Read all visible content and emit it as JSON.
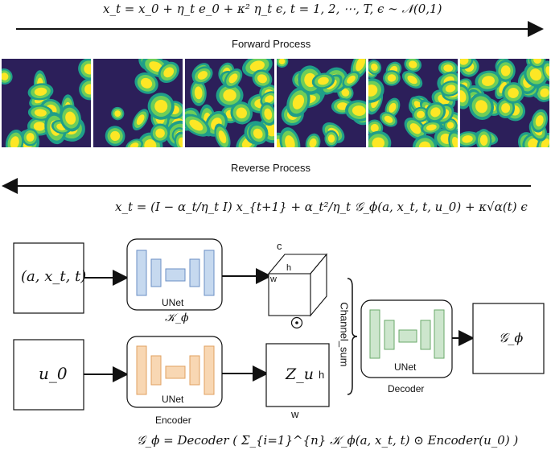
{
  "equations": {
    "forward": "x_t = x_0 + η_t e_0 + κ² η_t ϵ,    t = 1, 2, ⋯, T,    ϵ ∼ 𝒩(0,1)",
    "reverse": "x_t = (I − α_t/η_t I) x_{t+1} + α_t²/η_t 𝒢_ϕ(a, x_t, t, u_0) + κ√α(t) ϵ",
    "final": "𝒢_ϕ = Decoder ( Σ_{i=1}^{n} 𝒦_ϕ(a, x_t, t) ⊙ Encoder(u_0) )"
  },
  "process_labels": {
    "forward": "Forward Process",
    "reverse": "Reverse Process"
  },
  "panels": [
    {
      "seed": 1,
      "density": "low"
    },
    {
      "seed": 2,
      "density": "low"
    },
    {
      "seed": 3,
      "density": "mid"
    },
    {
      "seed": 4,
      "density": "mid"
    },
    {
      "seed": 5,
      "density": "high"
    },
    {
      "seed": 6,
      "density": "high"
    }
  ],
  "colors": {
    "background": "#2c1f5a",
    "teal": "#1f9e89",
    "green": "#6ece58",
    "yellow": "#fde725",
    "blue_unet_fill": "#c6d9ef",
    "blue_unet_stroke": "#6b8fc4",
    "orange_unet_fill": "#f8d7b3",
    "orange_unet_stroke": "#e0a060",
    "green_unet_fill": "#cde6cd",
    "green_unet_stroke": "#6aaa6a"
  },
  "inputs": {
    "top": "(a, x_t, t)",
    "bottom": "u_0"
  },
  "unet_label": "UNet",
  "kernel_label": "𝒦_ϕ",
  "encoder_label": "Encoder",
  "decoder_label": "Decoder",
  "cube_labels": {
    "c": "c",
    "h": "h",
    "w": "w"
  },
  "odot": "⊙",
  "latent": {
    "symbol": "Z_u",
    "h": "h",
    "w": "w"
  },
  "channel_sum": "Channel_sum",
  "output": "𝒢_ϕ",
  "icons": [
    "arrow-right",
    "arrow-left",
    "unet-icon",
    "cube-icon",
    "odot-icon"
  ]
}
